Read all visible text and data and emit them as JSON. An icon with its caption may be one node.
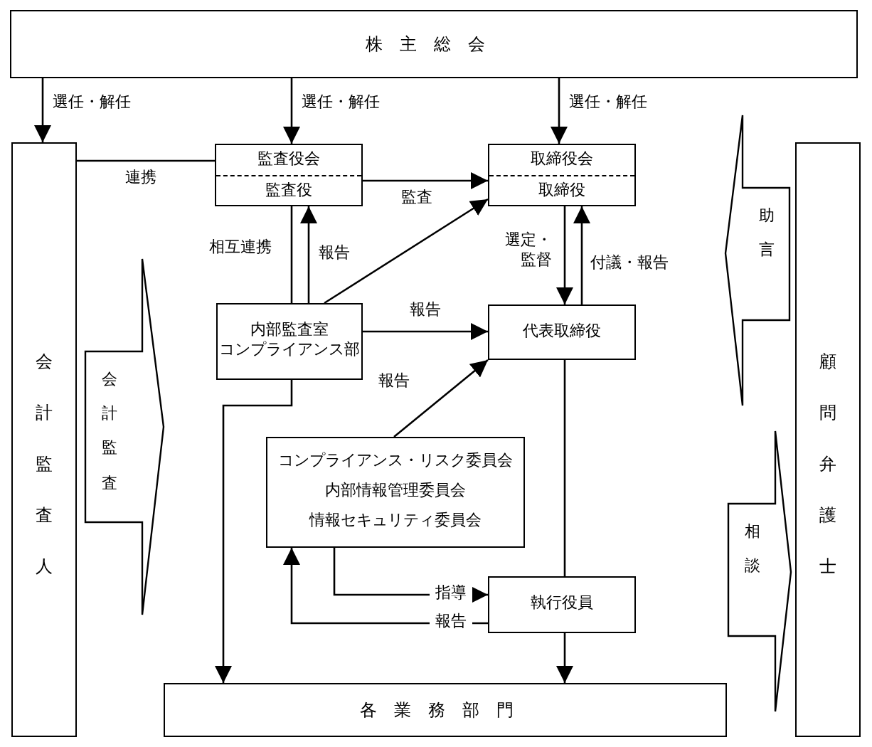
{
  "diagram": {
    "nodes": [
      {
        "text": [
          "株主総会"
        ]
      },
      {
        "text": [
          "会計監査人"
        ]
      },
      {
        "text": [
          "監査役会",
          "監査役"
        ]
      },
      {
        "text": [
          "取締役会",
          "取締役"
        ]
      },
      {
        "text": [
          "内部監査室",
          "コンプライアンス部"
        ]
      },
      {
        "text": [
          "代表取締役"
        ]
      },
      {
        "text": [
          "コンプライアンス・リスク委員会",
          "内部情報管理委員会",
          "情報セキュリティ委員会"
        ]
      },
      {
        "text": [
          "執行役員"
        ]
      },
      {
        "text": [
          "各業務部門"
        ]
      },
      {
        "text": [
          "顧問弁護士"
        ]
      }
    ],
    "edges": [
      {
        "from": 0,
        "to": 1,
        "arrow": "to",
        "label": "選任・解任"
      },
      {
        "from": 0,
        "to": 2,
        "arrow": "to",
        "label": "選任・解任"
      },
      {
        "from": 0,
        "to": 3,
        "arrow": "to",
        "label": "選任・解任"
      },
      {
        "from": 1,
        "to": 2,
        "arrow": "none",
        "label": "連携"
      },
      {
        "from": 2,
        "to": 3,
        "arrow": "to",
        "label": "監査"
      },
      {
        "from": 2,
        "to": 4,
        "arrow": "none",
        "label": "相互連携"
      },
      {
        "from": 4,
        "to": 2,
        "arrow": "to",
        "label": "報告"
      },
      {
        "from": 4,
        "to": 3,
        "arrow": "to"
      },
      {
        "from": 4,
        "to": 5,
        "arrow": "to",
        "label": "報告"
      },
      {
        "from": 6,
        "to": 5,
        "arrow": "to",
        "label": "報告"
      },
      {
        "from": 3,
        "to": 5,
        "arrow": "to",
        "label": "選定・監督"
      },
      {
        "from": 5,
        "to": 3,
        "arrow": "to",
        "label": "付議・報告"
      },
      {
        "from": 4,
        "to": 8,
        "arrow": "to"
      },
      {
        "from": 5,
        "to": 7,
        "arrow": "none"
      },
      {
        "from": 6,
        "to": 7,
        "arrow": "to",
        "label": "指導"
      },
      {
        "from": 7,
        "to": 6,
        "arrow": "to",
        "label": "報告"
      },
      {
        "from": 7,
        "to": 8,
        "arrow": "to"
      },
      {
        "from": 1,
        "to": null,
        "arrow": "to",
        "label": "会計監査",
        "style": "thick"
      },
      {
        "from": 9,
        "to": null,
        "arrow": "to",
        "label": "助言",
        "style": "thick"
      },
      {
        "from": null,
        "to": 9,
        "arrow": "to",
        "label": "相談",
        "style": "thick"
      }
    ]
  }
}
